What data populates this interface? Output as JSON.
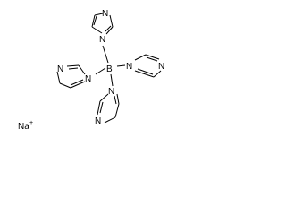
{
  "molecule": {
    "counter_ion": {
      "symbol": "Na",
      "charge": "+"
    },
    "center": {
      "symbol": "B",
      "charge": "−"
    },
    "ring_nitrogen_label": "N"
  },
  "colors": {
    "bond": "#000000",
    "text": "#000000",
    "background": "#ffffff"
  }
}
